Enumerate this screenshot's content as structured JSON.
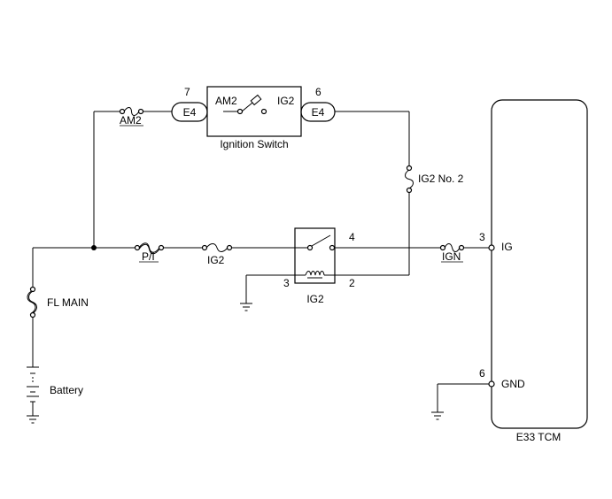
{
  "diagram": {
    "fuses": {
      "am2": "AM2",
      "ig2_no2": "IG2 No. 2",
      "pi": "P/I",
      "ig2": "IG2",
      "ign": "IGN",
      "fl_main": "FL MAIN"
    },
    "ignition_switch": {
      "name": "Ignition Switch",
      "left_terminal_label": "AM2",
      "right_terminal_label": "IG2",
      "left_connector": "E4",
      "right_connector": "E4",
      "left_pin": "7",
      "right_pin": "6"
    },
    "relay": {
      "name": "IG2",
      "pin_switch_out": "4",
      "pin_coil_ground": "3",
      "pin_coil_in": "2"
    },
    "battery": "Battery",
    "tcm": {
      "name": "E33 TCM",
      "pin_ig_num": "3",
      "pin_ig_label": "IG",
      "pin_gnd_num": "6",
      "pin_gnd_label": "GND"
    }
  }
}
